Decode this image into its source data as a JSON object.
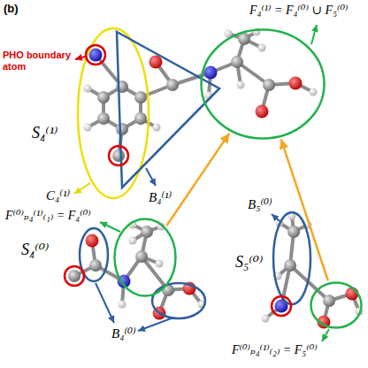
{
  "diagram": {
    "nodes": [
      {
        "text": [
          "F₄⁽¹⁾ = F₄⁽⁰⁾ ∪ F₅⁽⁰⁾"
        ]
      },
      {
        "text": [
          "F⁽⁰⁾ₚ₄⁽¹⁾₍₁₎ = F₄⁽⁰⁾"
        ]
      },
      {
        "text": [
          "F⁽⁰⁾ₚ₄⁽¹⁾₍₂₎ = F₅⁽⁰⁾"
        ]
      }
    ],
    "edges": [
      {
        "from": 1,
        "to": 0,
        "arrow": "to"
      },
      {
        "from": 2,
        "to": 0,
        "arrow": "to"
      }
    ],
    "labels": [
      "(b)",
      "PHO boundary atom",
      "S₄⁽¹⁾",
      "C₄⁽¹⁾",
      "B₄⁽¹⁾",
      "S₄⁽⁰⁾",
      "B₄⁽⁰⁾",
      "S₅⁽⁰⁾",
      "B₅⁽⁰⁾"
    ]
  }
}
